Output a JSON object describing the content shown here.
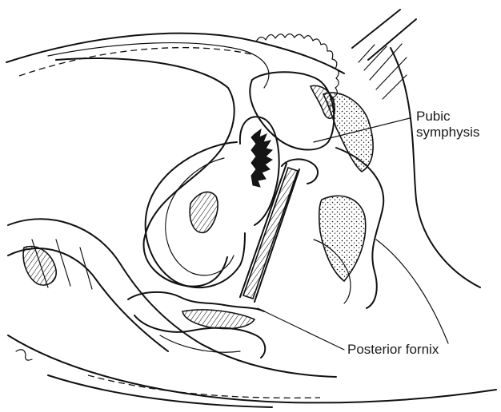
{
  "labels": {
    "pubic_symphysis": [
      "Pubic",
      "symphysis"
    ],
    "posterior_fornix": "Posterior fornix"
  },
  "colors": {
    "ink": "#111111",
    "paper": "#ffffff"
  }
}
